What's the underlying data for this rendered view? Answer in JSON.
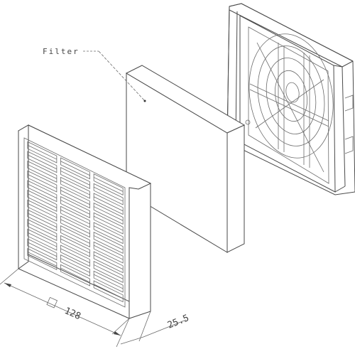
{
  "labels": {
    "filter": "Filter",
    "width_symbol": "□",
    "width_value": "128",
    "depth_value": "25.5"
  }
}
